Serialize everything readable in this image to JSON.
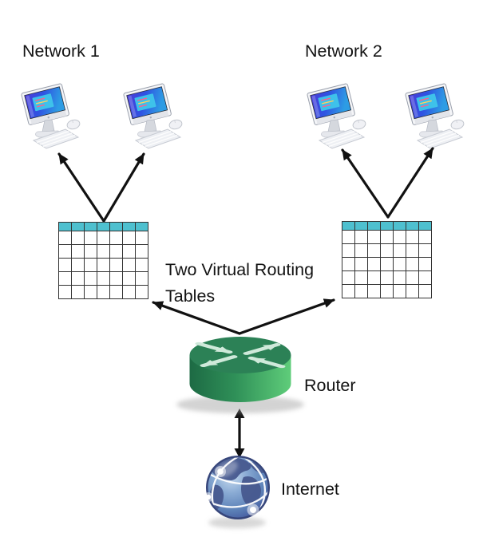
{
  "diagram": {
    "labels": {
      "network1": "Network 1",
      "network2": "Network 2",
      "routing_tables_caption": "Two Virtual Routing Tables",
      "router": "Router",
      "internet": "Internet"
    },
    "routing_table": {
      "columns": 7,
      "header_rows": 1,
      "body_rows": 5
    },
    "icons": {
      "computer": "desktop-computer-icon",
      "router": "router-cylinder-icon",
      "internet": "globe-icon",
      "routing_table": "routing-table-grid",
      "connector": "black-arrow"
    },
    "colors": {
      "background": "#ffffff",
      "table_header": "#4ec0cf",
      "table_border": "#333333",
      "router_top": "#2c8156",
      "router_body_dark": "#1d6a44",
      "router_body_light": "#5fcd7a",
      "router_arrows": "#cfe9da",
      "globe_ocean": "#5d82b8",
      "globe_land": "#47598e",
      "globe_rim": "#36457a",
      "arrow": "#111111",
      "text": "#131313"
    }
  }
}
